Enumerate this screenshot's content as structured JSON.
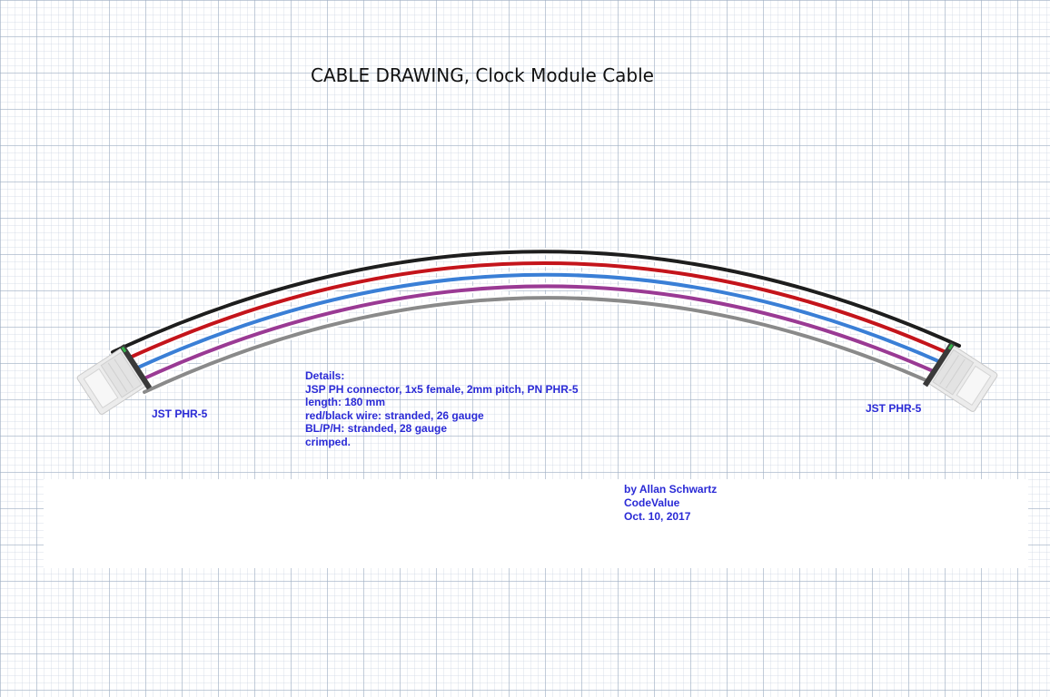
{
  "title": "CABLE DRAWING, Clock Module Cable",
  "connectors": {
    "left_label": "JST PHR-5",
    "right_label": "JST PHR-5"
  },
  "details": {
    "heading": "Details:",
    "lines": [
      "JSP PH connector, 1x5 female, 2mm pitch, PN PHR-5",
      "length: 180 mm",
      "red/black wire: stranded, 26 gauge",
      "BL/P/H: stranded, 28 gauge",
      "crimped."
    ]
  },
  "signature": {
    "author": "by Allan Schwartz",
    "company": "CodeValue",
    "date": "Oct. 10, 2017"
  },
  "wires": [
    {
      "name": "black",
      "color": "#1e1e1e"
    },
    {
      "name": "red",
      "color": "#c4141b"
    },
    {
      "name": "blue",
      "color": "#3a7fd6"
    },
    {
      "name": "purple",
      "color": "#9a3a94"
    },
    {
      "name": "gray",
      "color": "#8a8a8a"
    }
  ],
  "colors": {
    "text_blue": "#2a2ad6",
    "connector_body": "#ececec"
  }
}
